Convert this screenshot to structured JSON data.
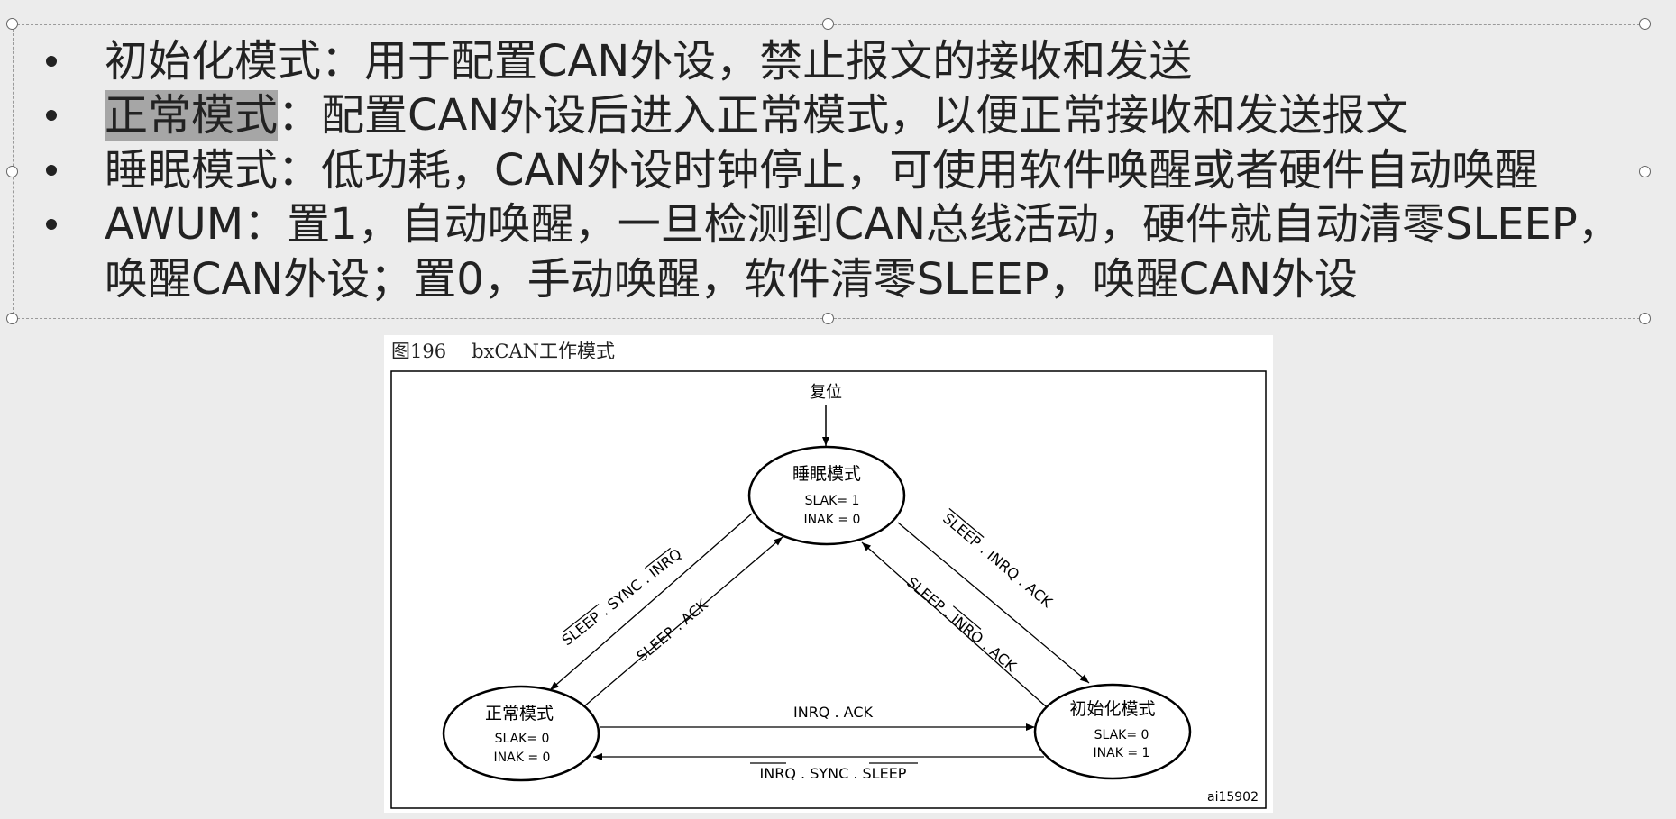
{
  "bullets": {
    "line1": "初始化模式：用于配置CAN外设，禁止报文的接收和发送",
    "line2_highlight": "正常模式",
    "line2_rest": "：配置CAN外设后进入正常模式，以便正常接收和发送报文",
    "line3": "睡眠模式：低功耗，CAN外设时钟停止，可使用软件唤醒或者硬件自动唤醒",
    "line4a": "AWUM：置1，自动唤醒，一旦检测到CAN总线活动，硬件就自动清零SLEEP，",
    "line4b": "唤醒CAN外设；置0，手动唤醒，软件清零SLEEP，唤醒CAN外设"
  },
  "figure": {
    "caption_number": "图196",
    "caption_title": "bxCAN工作模式",
    "reset_label": "复位",
    "states": {
      "sleep": {
        "name": "睡眠模式",
        "slak": "SLAK= 1",
        "inak": "INAK = 0"
      },
      "normal": {
        "name": "正常模式",
        "slak": "SLAK= 0",
        "inak": "INAK = 0"
      },
      "init": {
        "name": "初始化模式",
        "slak": "SLAK= 0",
        "inak": "INAK = 1"
      }
    },
    "transitions": {
      "sleep_to_normal": "SLEEP . SYNC . INRQ",
      "normal_to_sleep": "SLEEP . ACK",
      "sleep_to_init": "SLEEP . INRQ . ACK",
      "init_to_sleep": "SLEEP . INRQ . ACK",
      "normal_to_init": "INRQ . ACK",
      "init_to_normal": "INRQ . SYNC . SLEEP"
    },
    "id_label": "ai15902"
  }
}
